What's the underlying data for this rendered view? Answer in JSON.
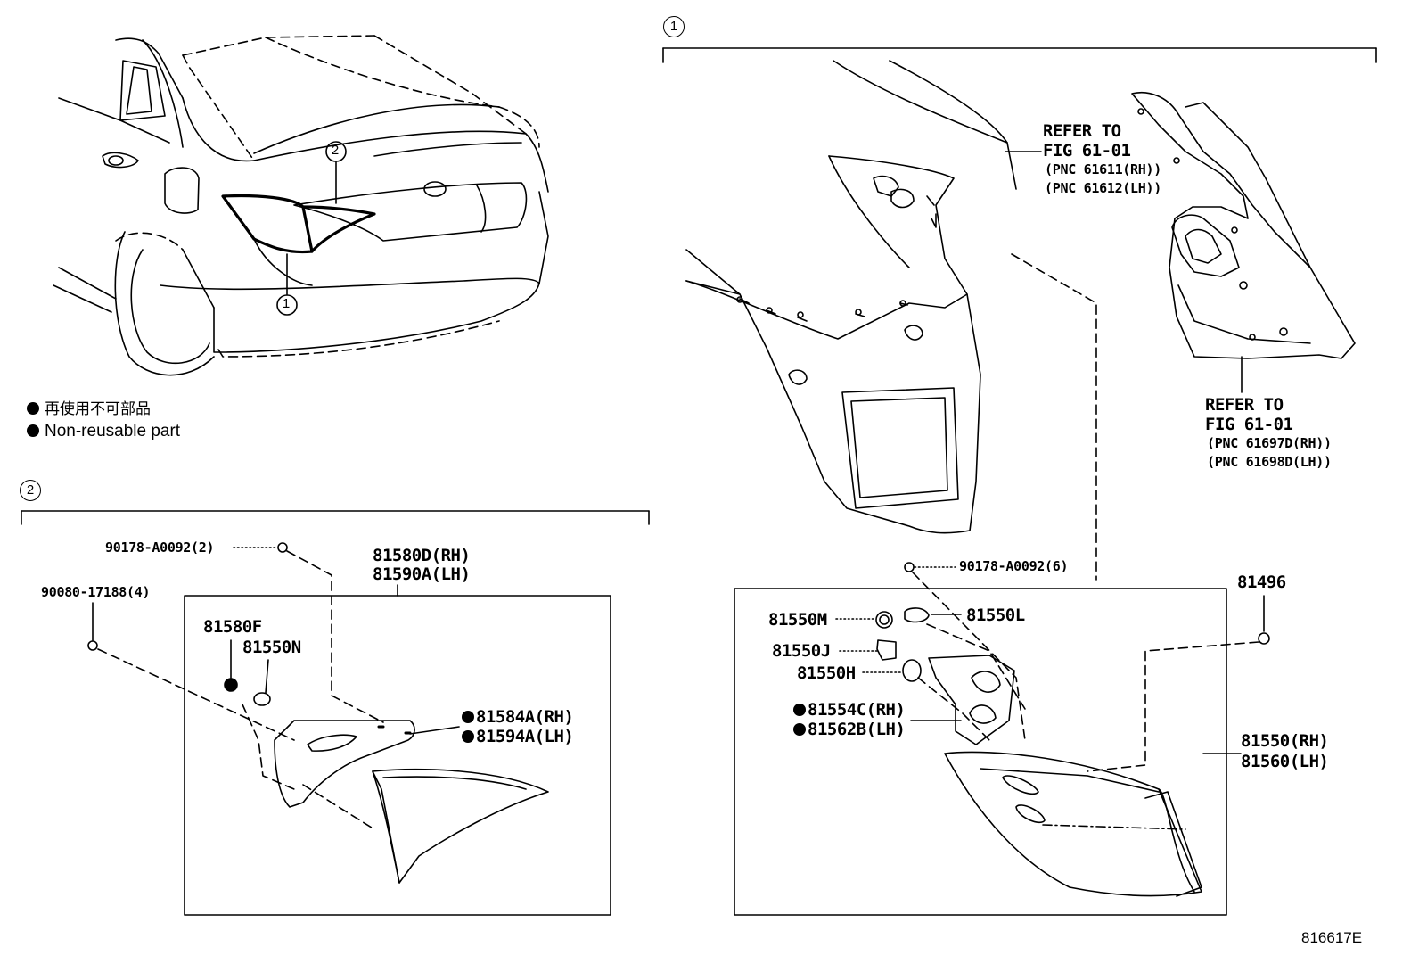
{
  "legend": {
    "line1": "再使用不可部品",
    "line2": "Non-reusable part"
  },
  "markers": {
    "one": "1",
    "two": "2"
  },
  "section2": {
    "marker": "2",
    "bolt_a": "90178-A0092(2)",
    "bolt_b": "90080-17188(4)",
    "lamp_rh": "81580D(RH)",
    "lamp_lh": "81590A(LH)",
    "socket_f": "81580F",
    "bulb_n": "81550N",
    "gasket_rh": "81584A(RH)",
    "gasket_lh": "81594A(LH)"
  },
  "section1": {
    "marker": "1",
    "refer1_title": "REFER TO",
    "refer1_fig": "FIG 61-01",
    "refer1_pnc_rh": "(PNC 61611(RH))",
    "refer1_pnc_lh": "(PNC 61612(LH))",
    "refer2_title": "REFER TO",
    "refer2_fig": "FIG 61-01",
    "refer2_pnc_rh": "(PNC 61697D(RH))",
    "refer2_pnc_lh": "(PNC 61698D(LH))",
    "nut": "90178-A0092(6)",
    "clip": "81496",
    "socket_m": "81550M",
    "bulb_l": "81550L",
    "socket_j": "81550J",
    "bulb_h": "81550H",
    "gasket_rh": "81554C(RH)",
    "gasket_lh": "81562B(LH)",
    "lamp_rh": "81550(RH)",
    "lamp_lh": "81560(LH)"
  },
  "figure_code": "816617E"
}
